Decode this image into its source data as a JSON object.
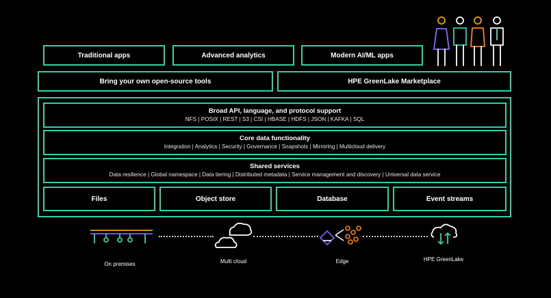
{
  "apps": [
    "Traditional apps",
    "Advanced analytics",
    "Modern AI/ML apps"
  ],
  "tools": [
    "Bring your own open-source tools",
    "HPE GreenLake Marketplace"
  ],
  "layers": [
    {
      "title": "Broad API, language, and protocol support",
      "subtitle": "NFS | POSIX | REST | S3 | CSI | HBASE | HDFS | JSON | KAFKA | SQL"
    },
    {
      "title": "Core data functionality",
      "subtitle": "Integration | Analytics | Security | Governance | Snapshots | Mirroring | Multicloud delivery"
    },
    {
      "title": "Shared services",
      "subtitle": "Data resilience | Global namespace | Data tiering | Distributed metadata | Service management and discovery | Universal data service"
    }
  ],
  "stores": [
    "Files",
    "Object store",
    "Database",
    "Event streams"
  ],
  "locations": [
    "On premises",
    "Multi cloud",
    "Edge",
    "HPE GreenLake"
  ],
  "colors": {
    "accent": "#2fd1a8",
    "people_orange": "#f0a000",
    "edge_orange": "#ff8300",
    "edge_purple": "#7b63ff"
  }
}
